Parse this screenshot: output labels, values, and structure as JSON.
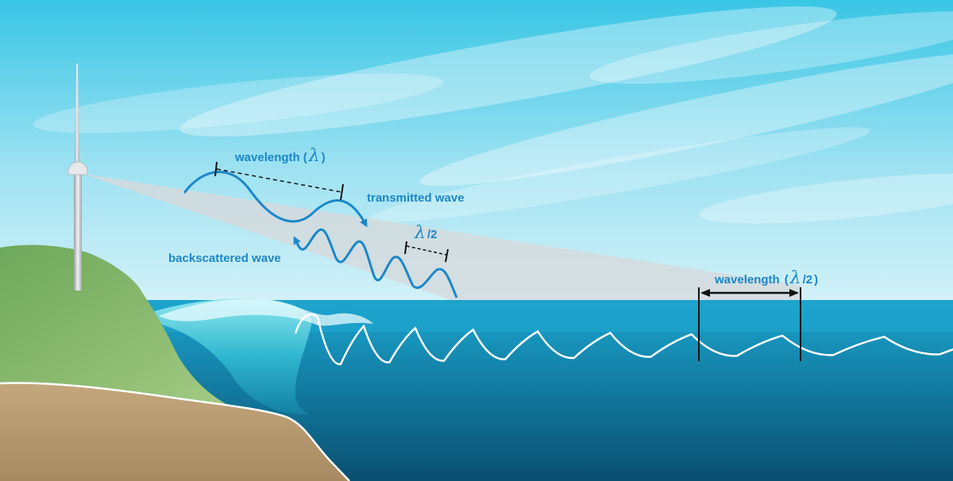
{
  "labels": {
    "wavelength_word": "wavelength",
    "lambda": "λ",
    "half": "/2",
    "open_paren": "(",
    "close_paren": ")",
    "transmitted_wave": "transmitted wave",
    "backscattered_wave": "backscattered wave"
  },
  "colors": {
    "sky_top": "#3fc9e6",
    "sky_bottom": "#c8eef6",
    "sea_surface": "#1d9cc7",
    "sea_deep": "#0d5f82",
    "hill": "#6aa25a",
    "sand": "#b89a70",
    "label_blue": "#1a87c8",
    "beam": "#d9dcdf"
  }
}
